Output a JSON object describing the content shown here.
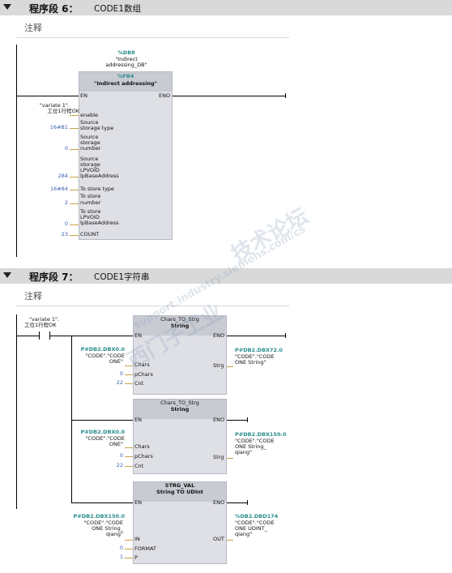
{
  "segment6": {
    "title": "程序段 6：",
    "name": "CODE1数组",
    "comment": "注释",
    "block": {
      "db_addr": "%DB8",
      "db_name_1": "\"Indirect",
      "db_name_2": "addressing_DB\"",
      "fb_addr": "%FB4",
      "fb_name": "\"Indirect addressing\"",
      "en": "EN",
      "eno": "ENO",
      "pins": {
        "enable": "enable",
        "src_type_1": "Source",
        "src_type_2": "storage type",
        "src_num_1": "Source",
        "src_num_2": "storage",
        "src_num_3": "number",
        "src_lp_1": "Source",
        "src_lp_2": "storage",
        "src_lp_3": "LPVOID",
        "src_lp_4": "lpBaseAddress",
        "to_type": "To store type",
        "to_num_1": "To store",
        "to_num_2": "number",
        "to_lp_1": "To store",
        "to_lp_2": "LPVOID",
        "to_lp_3": "lpBaseAddress",
        "count": "COUNT"
      },
      "inputs": {
        "enable_1": "\"variate 1\".",
        "enable_2": "工位1行程OK",
        "src_type": "16#B1",
        "src_num": "0",
        "src_lp": "284",
        "to_type": "16#84",
        "to_num": "2",
        "to_lp": "0",
        "count": "23"
      }
    }
  },
  "segment7": {
    "title": "程序段 7：",
    "name": "CODE1字符串",
    "comment": "注释",
    "contact_1": "\"variate 1\".",
    "contact_2": "工位1行程OK",
    "block1": {
      "title_1": "Chars_TO_Strg",
      "title_2": "String",
      "en": "EN",
      "eno": "ENO",
      "in_addr": "P#DB2.DBX0.0",
      "in_1": "\"CODE\".\"CODE",
      "in_2": "ONE\"",
      "pin_chars": "Chars",
      "pin_pchars": "pChars",
      "pin_cnt": "Cnt",
      "pchars": "0",
      "cnt": "22",
      "pin_strg": "Strg",
      "out_addr": "P#DB2.DBX72.0",
      "out_1": "\"CODE\".\"CODE",
      "out_2": "ONE String\""
    },
    "block2": {
      "title_1": "Chars_TO_Strg",
      "title_2": "String",
      "en": "EN",
      "eno": "ENO",
      "in_addr": "P#DB2.DBX0.0",
      "in_1": "\"CODE\".\"CODE",
      "in_2": "ONE\"",
      "pin_chars": "Chars",
      "pin_pchars": "pChars",
      "pin_cnt": "Cnt",
      "pchars": "0",
      "cnt": "22",
      "pin_strg": "Strg",
      "out_addr": "P#DB2.DBX150.0",
      "out_1": "\"CODE\".\"CODE",
      "out_2": "ONE String_",
      "out_3": "qiang\""
    },
    "block3": {
      "title_1": "STRG_VAL",
      "title_2": "String  TO  UDInt",
      "en": "EN",
      "eno": "ENO",
      "in_addr": "P#DB2.DBX150.0",
      "in_1": "\"CODE\".\"CODE",
      "in_2": "ONE String_",
      "in_3": "qiang\"",
      "pin_in": "IN",
      "pin_format": "FORMAT",
      "pin_p": "P",
      "format": "0",
      "p": "1",
      "pin_out": "OUT",
      "out_addr": "%DB2.DBD174",
      "out_1": "\"CODE\".\"CODE",
      "out_2": "ONE UDINT_",
      "out_3": "qiang\""
    }
  },
  "watermark": {
    "line1": "西门子工业",
    "line2": "support.industry.siemens.com/cs",
    "line3": "技术论坛"
  }
}
